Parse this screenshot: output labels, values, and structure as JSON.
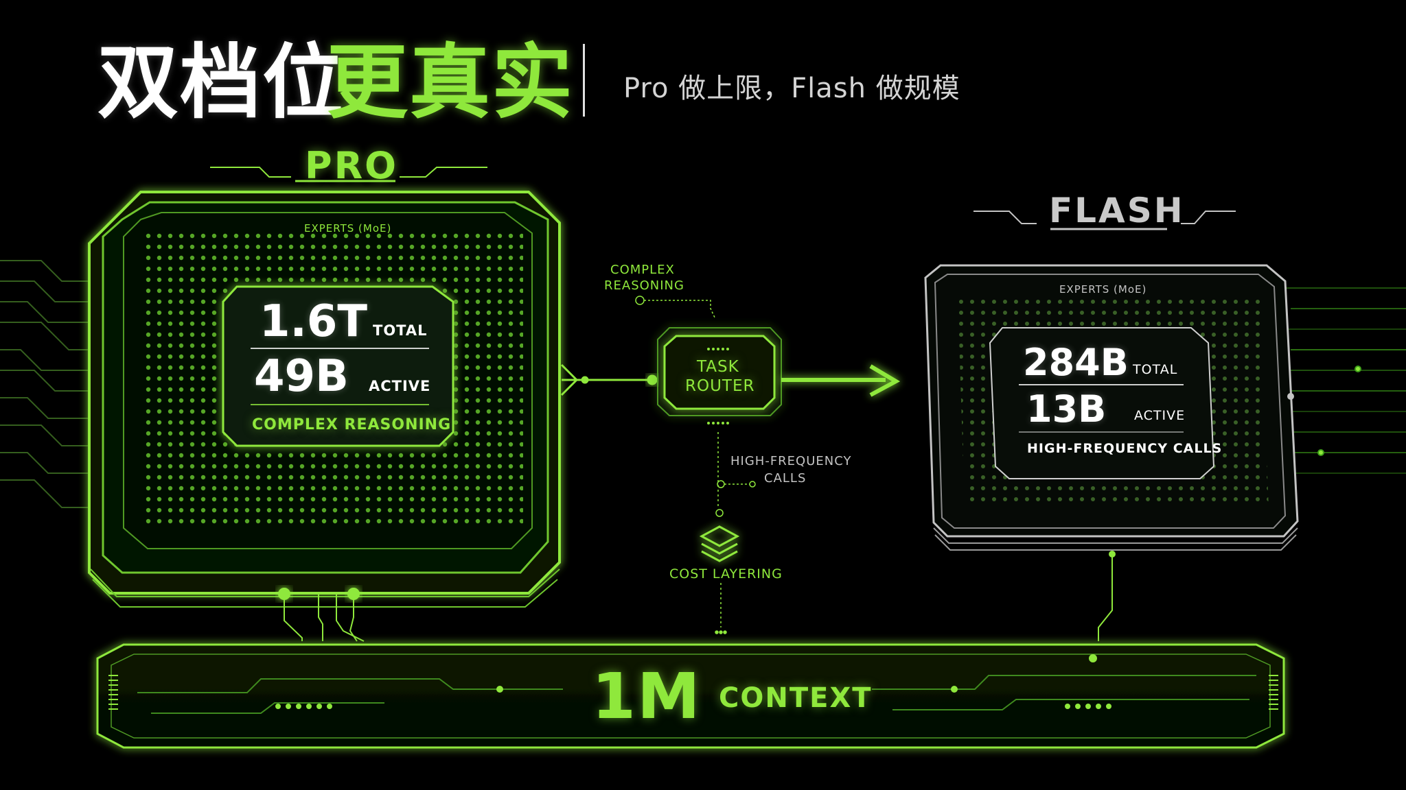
{
  "header": {
    "title_white": "双档位",
    "title_green": "更真实",
    "subtitle": "Pro 做上限，Flash 做规模"
  },
  "pro": {
    "label": "PRO",
    "experts": "EXPERTS (MoE)",
    "total_value": "1.6T",
    "total_label": "TOTAL",
    "active_value": "49B",
    "active_label": "ACTIVE",
    "description": "COMPLEX REASONING"
  },
  "flash": {
    "label": "FLASH",
    "experts": "EXPERTS (MoE)",
    "total_value": "284B",
    "total_label": "TOTAL",
    "active_value": "13B",
    "active_label": "ACTIVE",
    "description": "HIGH-FREQUENCY CALLS"
  },
  "router": {
    "line1": "TASK",
    "line2": "ROUTER",
    "complex_line1": "COMPLEX",
    "complex_line2": "REASONING",
    "hf_line1": "HIGH-FREQUENCY",
    "hf_line2": "CALLS",
    "cost": "COST LAYERING"
  },
  "context": {
    "value": "1M",
    "label": "CONTEXT"
  },
  "colors": {
    "accent": "#8fe83c",
    "background": "#000000",
    "neutral": "#c4c4c4"
  },
  "icons": [
    "layers-icon"
  ]
}
